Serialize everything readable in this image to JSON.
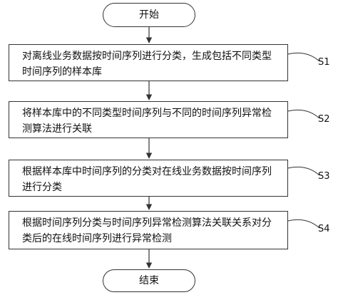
{
  "flowchart": {
    "start_label": "开始",
    "end_label": "结束",
    "steps": [
      {
        "id": "S1",
        "text": "对离线业务数据按时间序列进行分类，生成包括不同类型时间序列的样本库"
      },
      {
        "id": "S2",
        "text": "将样本库中的不同类型时间序列与不同的时间序列异常检测算法进行关联"
      },
      {
        "id": "S3",
        "text": "根据样本库中时间序列的分类对在线业务数据按时间序列进行分类"
      },
      {
        "id": "S4",
        "text": "根据时间序列分类与时间序列异常检测算法关联关系对分类后的在线时间序列进行异常检测"
      }
    ]
  }
}
